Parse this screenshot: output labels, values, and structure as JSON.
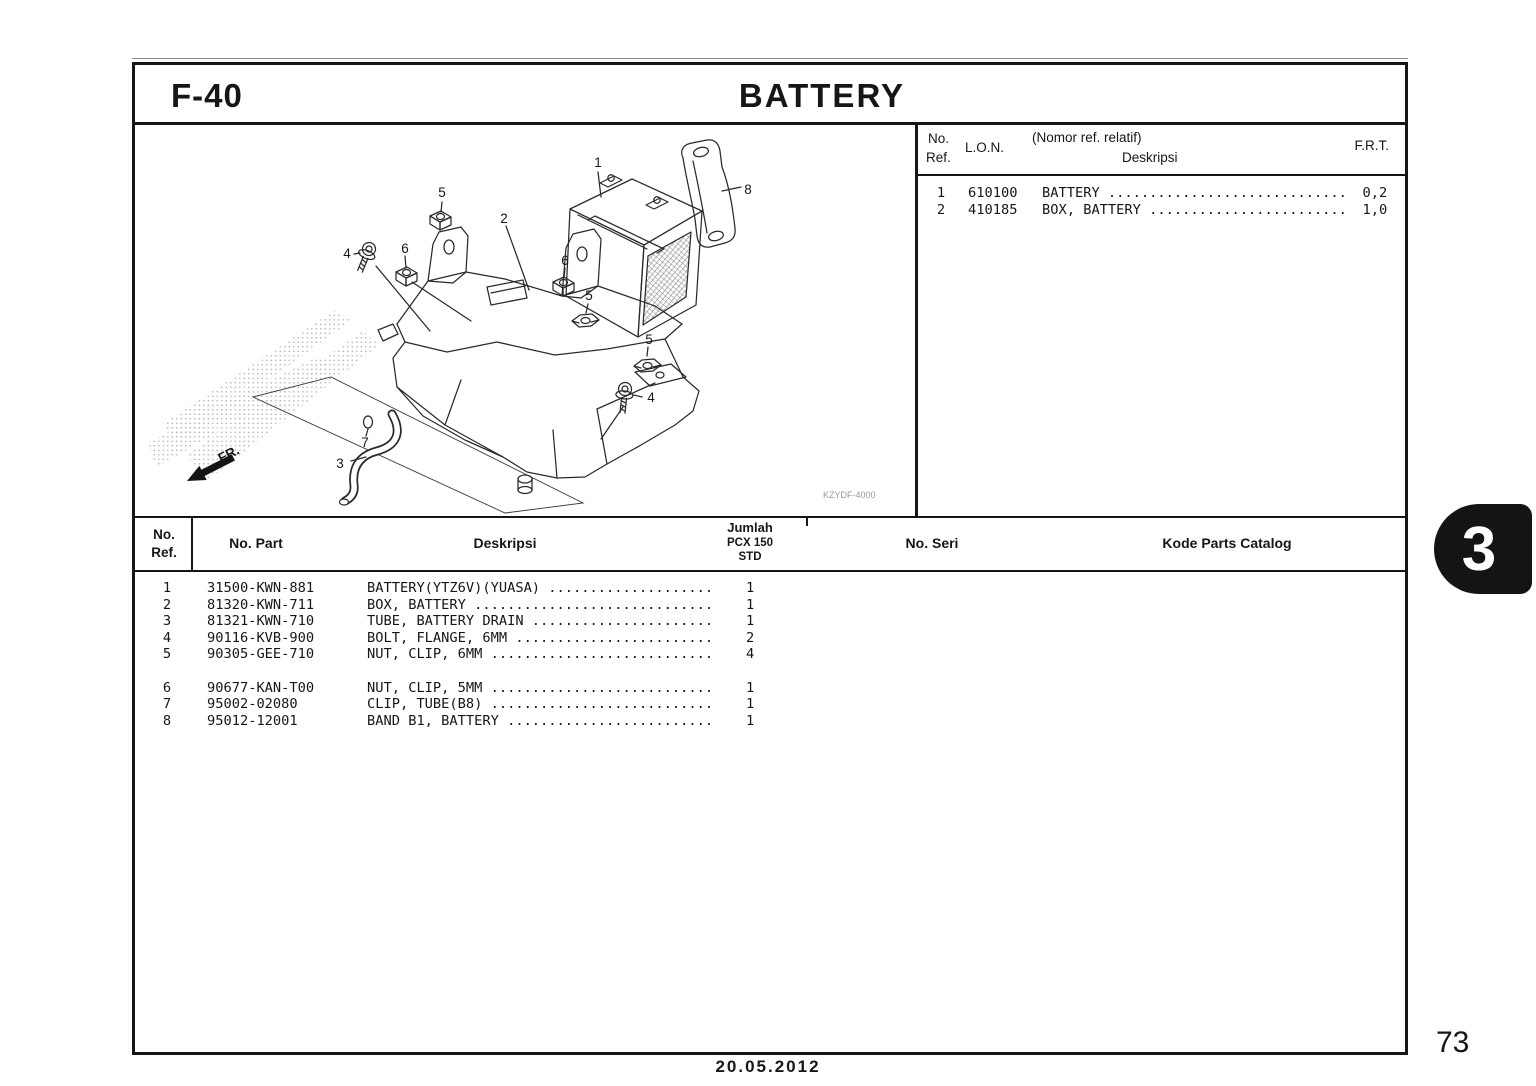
{
  "header": {
    "code": "F-40",
    "title": "BATTERY"
  },
  "ref_table": {
    "col_no": "No.",
    "col_ref": "Ref.",
    "col_lon": "L.O.N.",
    "col_rel": "(Nomor ref. relatif)",
    "col_desc": "Deskripsi",
    "col_frt": "F.R.T.",
    "desc_pad": 37,
    "rows": [
      {
        "no": "1",
        "lon": "610100",
        "desc": "BATTERY",
        "frt": "0,2"
      },
      {
        "no": "2",
        "lon": "410185",
        "desc": "BOX, BATTERY",
        "frt": "1,0"
      }
    ]
  },
  "parts_table": {
    "col_no": "No.",
    "col_ref": "Ref.",
    "col_part": "No. Part",
    "col_desc": "Deskripsi",
    "col_jumlah": "Jumlah",
    "col_model": "PCX 150",
    "col_std": "STD",
    "col_seri": "No. Seri",
    "col_kode": "Kode Parts Catalog",
    "desc_pad": 42,
    "groups": [
      [
        {
          "no": "1",
          "part": "31500-KWN-881",
          "desc": "BATTERY(YTZ6V)(YUASA)",
          "qty": "1"
        },
        {
          "no": "2",
          "part": "81320-KWN-711",
          "desc": "BOX, BATTERY",
          "qty": "1"
        },
        {
          "no": "3",
          "part": "81321-KWN-710",
          "desc": "TUBE, BATTERY DRAIN",
          "qty": "1"
        },
        {
          "no": "4",
          "part": "90116-KVB-900",
          "desc": "BOLT, FLANGE, 6MM",
          "qty": "2"
        },
        {
          "no": "5",
          "part": "90305-GEE-710",
          "desc": "NUT, CLIP, 6MM",
          "qty": "4"
        }
      ],
      [
        {
          "no": "6",
          "part": "90677-KAN-T00",
          "desc": "NUT, CLIP, 5MM",
          "qty": "1"
        },
        {
          "no": "7",
          "part": "95002-02080",
          "desc": "CLIP, TUBE(B8)",
          "qty": "1"
        },
        {
          "no": "8",
          "part": "95012-12001",
          "desc": "BAND B1, BATTERY",
          "qty": "1"
        }
      ]
    ]
  },
  "diagram": {
    "labels": {
      "l1": "1",
      "l2": "2",
      "l3": "3",
      "l4a": "4",
      "l4b": "4",
      "l5a": "5",
      "l5b": "5",
      "l5c": "5",
      "l6a": "6",
      "l6b": "6",
      "l7": "7",
      "l8": "8"
    },
    "fr": "FR.",
    "code": "KZYDF-4000"
  },
  "tab": {
    "label": "3"
  },
  "footer": {
    "date": "20.05.2012",
    "page": "73"
  }
}
